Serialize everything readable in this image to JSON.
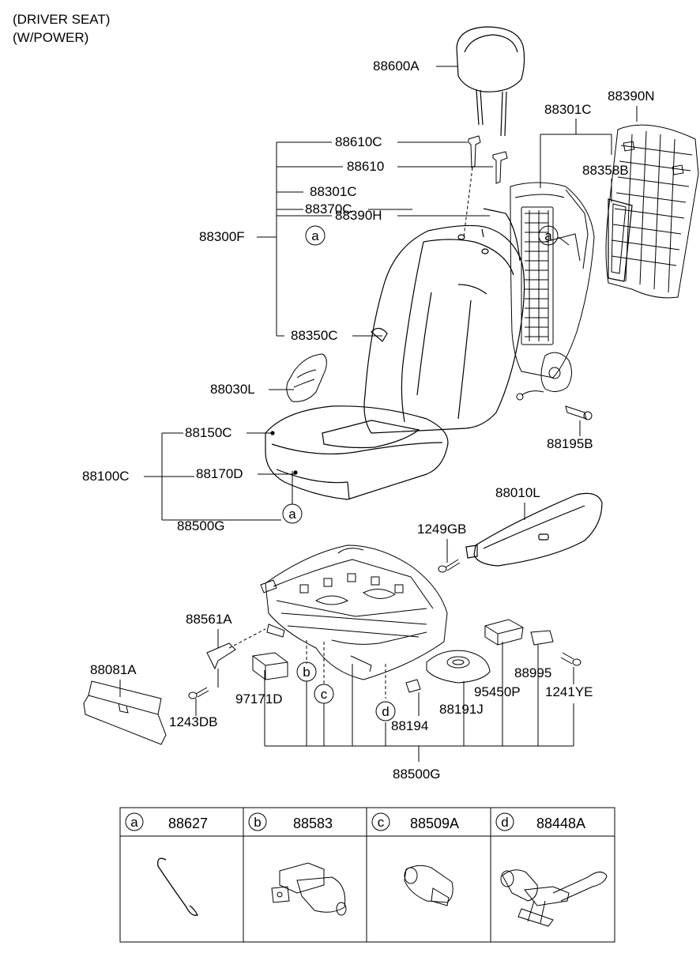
{
  "header": {
    "line1": "(DRIVER SEAT)",
    "line2": "(W/POWER)"
  },
  "parts": {
    "p88600A": "88600A",
    "p88390N": "88390N",
    "p88301C_top": "88301C",
    "p88358B": "88358B",
    "p88610C": "88610C",
    "p88610": "88610",
    "p88301C": "88301C",
    "p88390H": "88390H",
    "p88300F": "88300F",
    "p88370C": "88370C",
    "p88350C": "88350C",
    "p88030L": "88030L",
    "p88195B": "88195B",
    "p88150C": "88150C",
    "p88100C": "88100C",
    "p88170D": "88170D",
    "p88500G_mid": "88500G",
    "p88010L": "88010L",
    "p1249GB": "1249GB",
    "p88561A": "88561A",
    "p88081A": "88081A",
    "p1243DB": "1243DB",
    "p97171D": "97171D",
    "p88194": "88194",
    "p88191J": "88191J",
    "p95450P": "95450P",
    "p88995": "88995",
    "p1241YE": "1241YE",
    "p88500G_bottom": "88500G"
  },
  "callouts": {
    "a": "a",
    "b": "b",
    "c": "c",
    "d": "d"
  },
  "legend": [
    {
      "letter": "a",
      "part": "88627"
    },
    {
      "letter": "b",
      "part": "88583"
    },
    {
      "letter": "c",
      "part": "88509A"
    },
    {
      "letter": "d",
      "part": "88448A"
    }
  ]
}
